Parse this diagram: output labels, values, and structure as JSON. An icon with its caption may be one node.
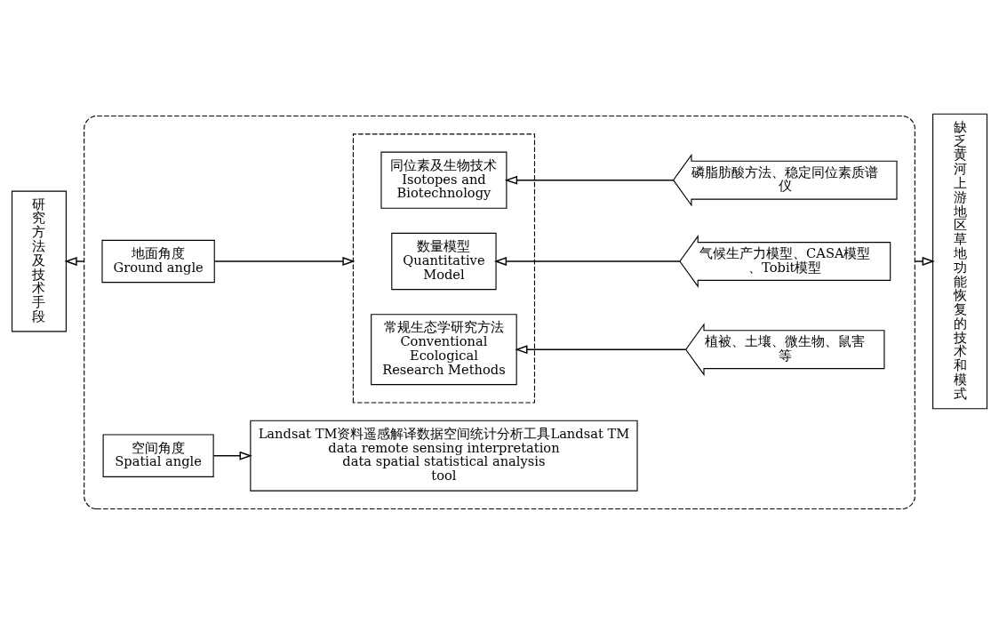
{
  "diagram": {
    "nodes": [
      {
        "text": [
          "研究方法及技术手段"
        ]
      },
      {
        "text": [],
        "shape": "box"
      },
      {
        "text": [
          "地面角度",
          "Ground angle"
        ],
        "in": 1
      },
      {
        "text": [],
        "shape": "box",
        "in": 1
      },
      {
        "text": [
          "常规生态学研究方法",
          "Conventional Ecological Research Methods"
        ],
        "in": 3
      },
      {
        "text": [
          "数量模型",
          "Quantitative Model"
        ],
        "in": 3
      },
      {
        "text": [
          "同位素及生物技术",
          "Isotopes and Biotechnology"
        ],
        "in": 3
      },
      {
        "text": [
          "植被、土壤、微生物、鼠害等"
        ],
        "in": 1
      },
      {
        "text": [
          "气候生产力模型、CASA模型、Tobit模型"
        ],
        "in": 1
      },
      {
        "text": [
          "磷脂肪酸方法、稳定同位素质谱仪"
        ],
        "in": 1
      },
      {
        "text": [
          "空间角度",
          "Spatial angle"
        ],
        "in": 1
      },
      {
        "text": [
          "Landsat TM资料遥感解译数据空间统计分析工具Landsat TM data remote sensing interpretation data spatial statistical analysis tool"
        ],
        "in": 1
      },
      {
        "text": [
          "缺乏黄河上游地区草地功能恢复的技术和模式"
        ]
      }
    ],
    "edges": [
      {
        "from": 1,
        "to": 0,
        "arrow": "to"
      },
      {
        "from": 2,
        "to": 3,
        "arrow": "to"
      },
      {
        "from": 7,
        "to": 4,
        "arrow": "to"
      },
      {
        "from": 8,
        "to": 5,
        "arrow": "to"
      },
      {
        "from": 9,
        "to": 6,
        "arrow": "to"
      },
      {
        "from": 10,
        "to": 11,
        "arrow": "to"
      },
      {
        "from": 1,
        "to": 12,
        "arrow": "to"
      }
    ]
  }
}
